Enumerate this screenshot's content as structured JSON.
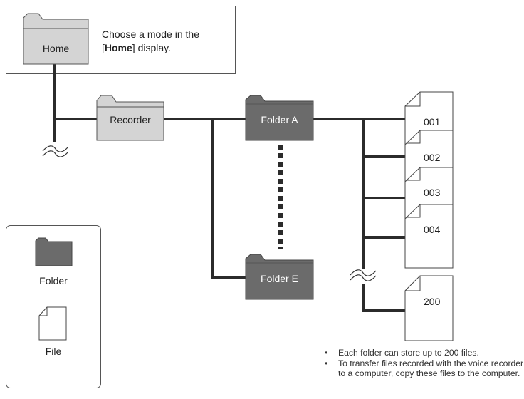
{
  "home": {
    "folder_label": "Home",
    "description_prefix": "Choose a mode in the",
    "description_bracket_open": "[",
    "description_bold": "Home",
    "description_suffix": "] display."
  },
  "folders": {
    "recorder": "Recorder",
    "folder_a": "Folder A",
    "folder_e": "Folder E"
  },
  "files": [
    "001",
    "002",
    "003",
    "004",
    "200"
  ],
  "legend": {
    "folder_label": "Folder",
    "file_label": "File"
  },
  "notes": [
    "Each folder can store up to 200 files.",
    "To transfer files recorded with the voice recorder to a computer, copy these files to the computer."
  ],
  "colors": {
    "line": "#2b2b2b",
    "light_folder": "#d4d4d4",
    "dark_folder": "#6b6b6b",
    "border": "#555555"
  }
}
